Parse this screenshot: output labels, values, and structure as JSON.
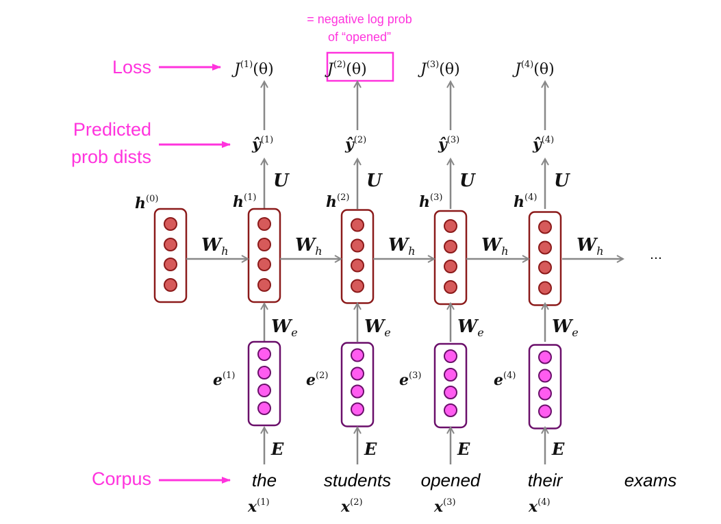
{
  "side_labels": {
    "loss": "Loss",
    "predicted_line1": "Predicted",
    "predicted_line2": "prob dists",
    "corpus": "Corpus"
  },
  "annotation": {
    "line1": "= negative log prob",
    "line2": "of “opened”"
  },
  "loss_symbol": "J",
  "theta": "(θ)",
  "yhat_symbol": "ŷ",
  "hidden_symbol": "h",
  "embed_symbol": "e",
  "input_symbol": "x",
  "weights": {
    "U": "U",
    "Wh": "W",
    "Wh_sub": "h",
    "We": "W",
    "We_sub": "e",
    "E": "E"
  },
  "ellipsis": "…",
  "timesteps": [
    {
      "index": "(1)",
      "word": "the"
    },
    {
      "index": "(2)",
      "word": "students",
      "highlighted": true
    },
    {
      "index": "(3)",
      "word": "opened"
    },
    {
      "index": "(4)",
      "word": "their"
    }
  ],
  "next_word": "exams",
  "h0_index": "(0)",
  "colors": {
    "annotation": "#ff33dd",
    "hidden_fill": "#d65a5a",
    "hidden_stroke": "#8b1a1a",
    "embed_fill": "#ff5cf0",
    "embed_stroke": "#6a0f6a",
    "arrow": "#888888"
  }
}
